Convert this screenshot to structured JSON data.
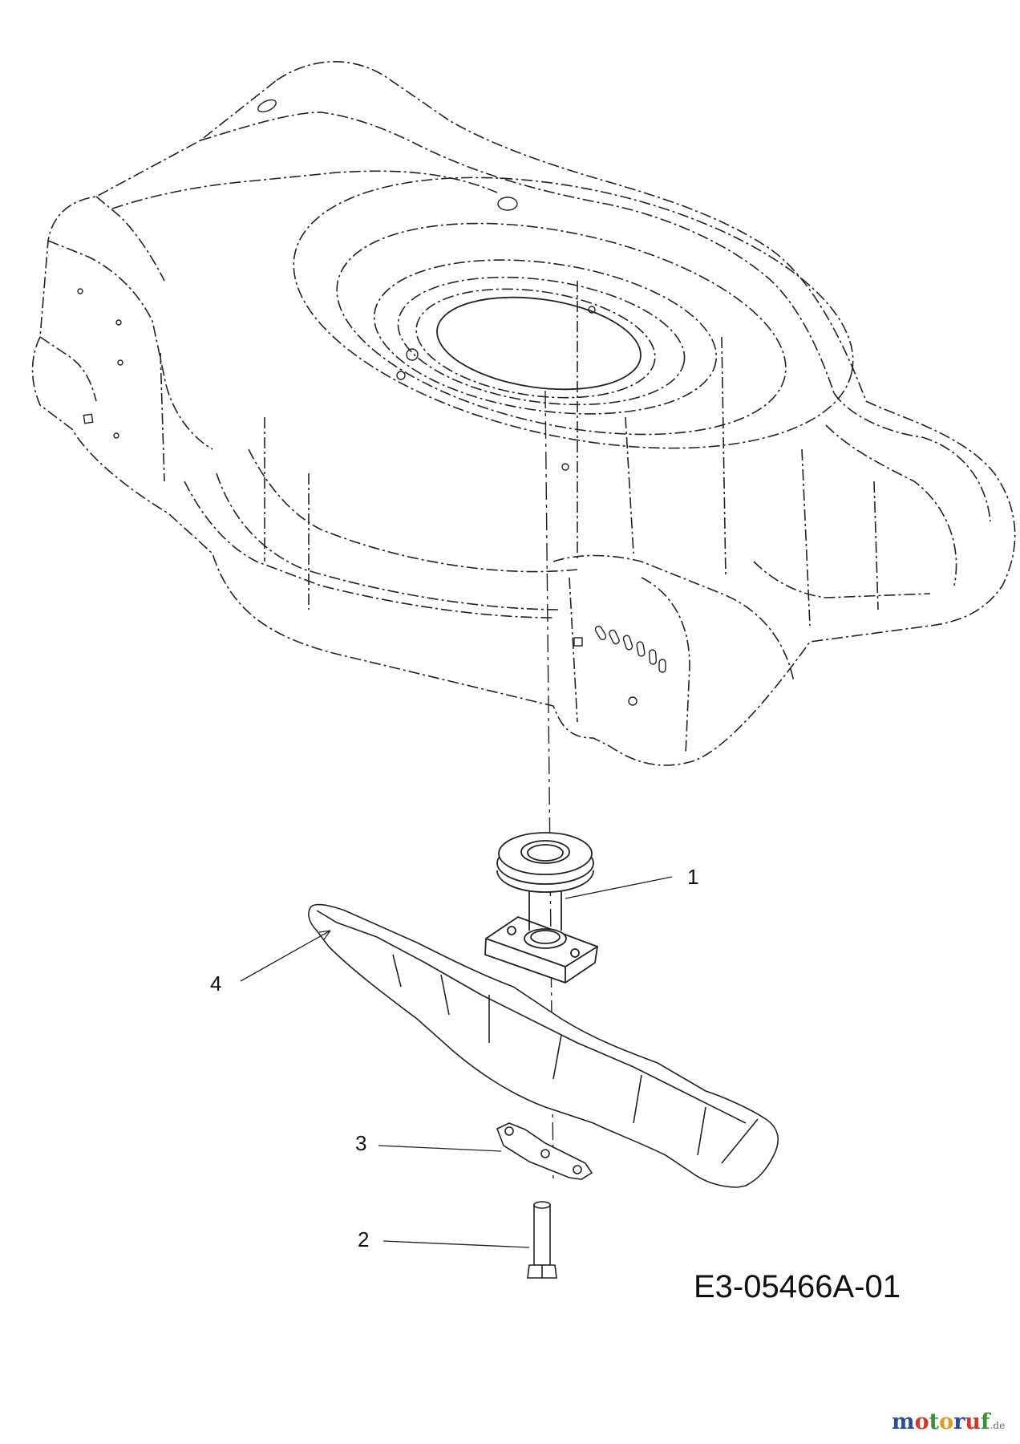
{
  "diagram": {
    "callouts": [
      {
        "number": "1",
        "part": "blade adapter"
      },
      {
        "number": "2",
        "part": "blade bolt"
      },
      {
        "number": "3",
        "part": "blade clamp"
      },
      {
        "number": "4",
        "part": "mower blade"
      }
    ],
    "drawing_code": "E3-05466A-01",
    "watermark": {
      "segments": [
        "m",
        "o",
        "t",
        "o",
        "r",
        "u",
        "f"
      ],
      "suffix": ".de",
      "full_text": "motoruf.de"
    },
    "colors": {
      "line": "#222222",
      "background": "#ffffff",
      "watermark_blue": "#2e4f8f",
      "watermark_red": "#d2392c",
      "watermark_green": "#3c8e3c",
      "watermark_orange": "#e39a24"
    }
  }
}
